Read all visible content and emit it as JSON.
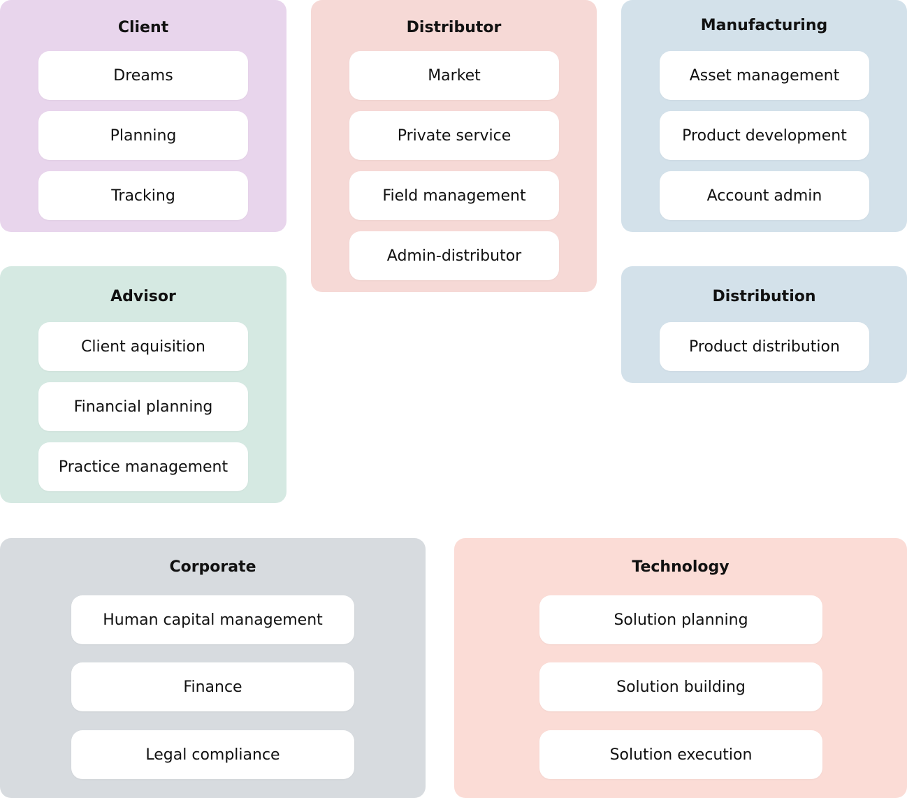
{
  "colors": {
    "client": "#e8d5ec",
    "distributor": "#f6d9d6",
    "manufacturing": "#d3e1ea",
    "advisor": "#d5e9e2",
    "distribution": "#d3e1ea",
    "corporate": "#d7dbdf",
    "technology": "#fbdcd6"
  },
  "client": {
    "title": "Client",
    "items": [
      "Dreams",
      "Planning",
      "Tracking"
    ]
  },
  "distributor": {
    "title": "Distributor",
    "items": [
      "Market",
      "Private service",
      "Field management",
      "Admin-distributor"
    ]
  },
  "manufacturing": {
    "title": "Manufacturing",
    "items": [
      "Asset management",
      "Product development",
      "Account admin"
    ]
  },
  "advisor": {
    "title": "Advisor",
    "items": [
      "Client aquisition",
      "Financial planning",
      "Practice management"
    ]
  },
  "distribution": {
    "title": "Distribution",
    "items": [
      "Product distribution"
    ]
  },
  "corporate": {
    "title": "Corporate",
    "items": [
      "Human capital management",
      "Finance",
      "Legal compliance"
    ]
  },
  "technology": {
    "title": "Technology",
    "items": [
      "Solution planning",
      "Solution building",
      "Solution execution"
    ]
  }
}
